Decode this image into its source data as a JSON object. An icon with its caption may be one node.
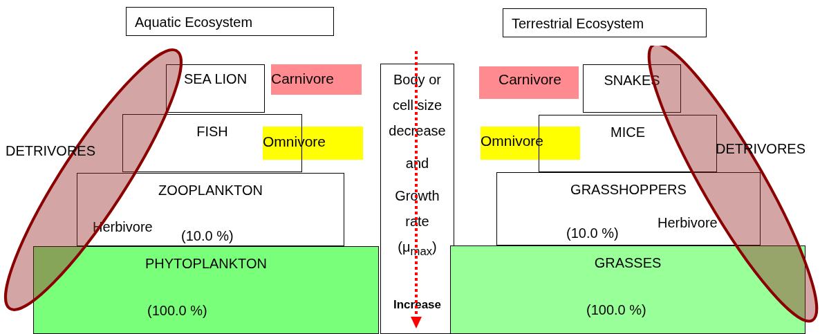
{
  "diagram": {
    "nodes": [
      {
        "text": [
          "Aquatic Ecosystem"
        ]
      },
      {
        "text": [
          "Terrestrial Ecosystem"
        ]
      },
      {
        "text": [
          "SEA LION"
        ]
      },
      {
        "text": [
          "Carnivore"
        ]
      },
      {
        "text": [
          "FISH"
        ]
      },
      {
        "text": [
          "Omnivore"
        ]
      },
      {
        "text": [
          "ZOOPLANKTON",
          "Herbivore",
          "(10.0 %)"
        ]
      },
      {
        "text": [
          "PHYTOPLANKTON",
          "(100.0 %)"
        ]
      },
      {
        "text": [
          "Body or cell size decrease",
          "and",
          "Growth rate (μ$_{max}$)",
          "Increase"
        ]
      },
      {
        "text": [
          "Carnivore"
        ]
      },
      {
        "text": [
          "SNAKES"
        ]
      },
      {
        "text": [
          "Omnivore"
        ]
      },
      {
        "text": [
          "MICE"
        ]
      },
      {
        "text": [
          "GRASSHOPPERS",
          "(10.0 %)",
          "Herbivore"
        ]
      },
      {
        "text": [
          "GRASSES",
          "(100.0 %)"
        ]
      },
      {
        "text": [
          "DETRIVORES"
        ]
      },
      {
        "text": [
          "DETRIVORES"
        ]
      }
    ]
  }
}
